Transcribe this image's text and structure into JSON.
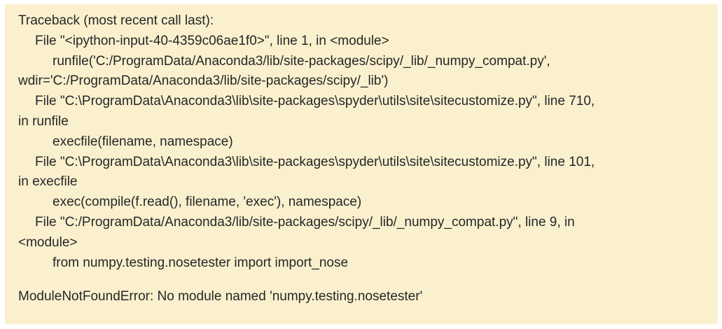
{
  "traceback": {
    "header": "Traceback (most recent call last):",
    "lines": [
      "File \"<ipython-input-40-4359c06ae1f0>\", line 1, in <module>",
      "runfile('C:/ProgramData/Anaconda3/lib/site-packages/scipy/_lib/_numpy_compat.py',",
      "wdir='C:/ProgramData/Anaconda3/lib/site-packages/scipy/_lib')",
      "File \"C:\\ProgramData\\Anaconda3\\lib\\site-packages\\spyder\\utils\\site\\sitecustomize.py\", line 710,",
      "in runfile",
      "execfile(filename, namespace)",
      "File \"C:\\ProgramData\\Anaconda3\\lib\\site-packages\\spyder\\utils\\site\\sitecustomize.py\", line 101,",
      "in execfile",
      "exec(compile(f.read(), filename, 'exec'), namespace)",
      "File \"C:/ProgramData/Anaconda3/lib/site-packages/scipy/_lib/_numpy_compat.py\", line 9, in",
      "<module>",
      "from numpy.testing.nosetester import import_nose"
    ],
    "error": "ModuleNotFoundError: No module named 'numpy.testing.nosetester'"
  }
}
